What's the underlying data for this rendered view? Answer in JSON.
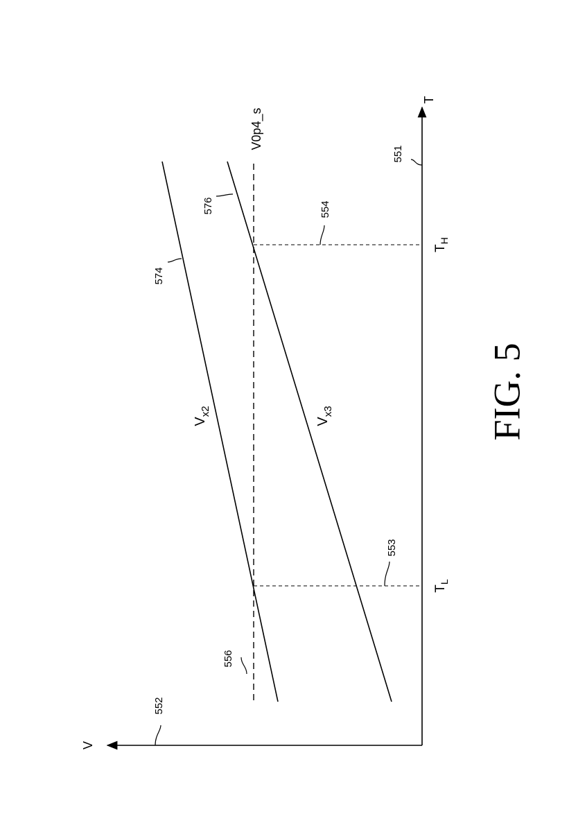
{
  "figure": {
    "caption": "FIG. 5",
    "axes": {
      "horizontal": {
        "label": "T",
        "ref": "551"
      },
      "vertical": {
        "label": "V",
        "ref": "552"
      }
    },
    "temperature_marks": [
      {
        "symbol": "T",
        "subscript": "L",
        "ref": "553"
      },
      {
        "symbol": "T",
        "subscript": "H",
        "ref": "554"
      }
    ],
    "reference_level": {
      "label": "V0p4_s",
      "ref": "556"
    },
    "curves": [
      {
        "symbol": "V",
        "subscript": "x2",
        "ref": "574"
      },
      {
        "symbol": "V",
        "subscript": "x3",
        "ref": "576"
      }
    ]
  }
}
